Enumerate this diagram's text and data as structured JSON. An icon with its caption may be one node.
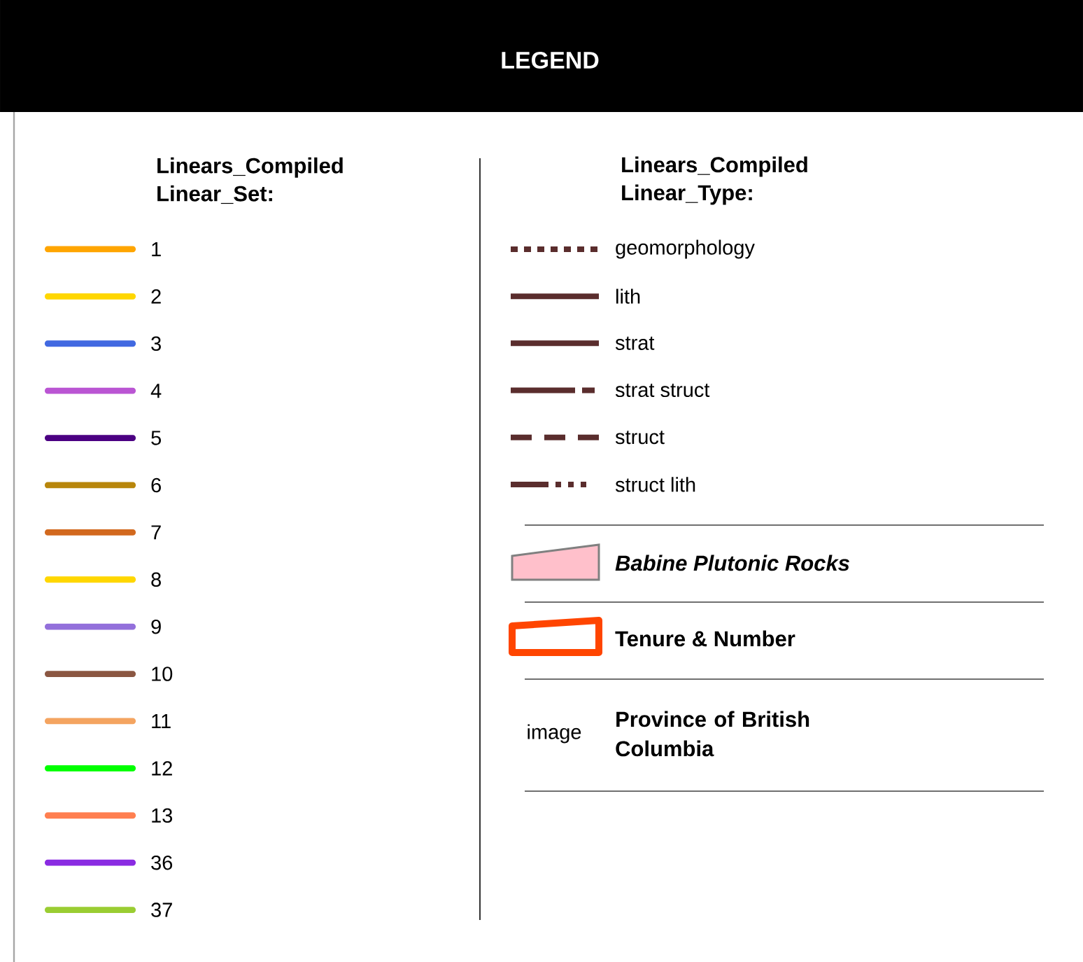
{
  "diagram": {
    "title": "LEGEND",
    "labels": [
      "Linears_Compiled Linear_Set:",
      "Linears_Compiled Linear_Type:",
      "image"
    ],
    "legend": [
      {
        "text": "1",
        "color": "#ffa500"
      },
      {
        "text": "2",
        "color": "#ffd700"
      },
      {
        "text": "3",
        "color": "#4169e1"
      },
      {
        "text": "4",
        "color": "#ba55d3"
      },
      {
        "text": "5",
        "color": "#4b0082"
      },
      {
        "text": "6",
        "color": "#b8860b"
      },
      {
        "text": "7",
        "color": "#d2691e"
      },
      {
        "text": "8",
        "color": "#ffd700"
      },
      {
        "text": "9",
        "color": "#9370db"
      },
      {
        "text": "10",
        "color": "#8b5742"
      },
      {
        "text": "11",
        "color": "#f4a460"
      },
      {
        "text": "12",
        "color": "#00ff00"
      },
      {
        "text": "13",
        "color": "#ff7f50"
      },
      {
        "text": "36",
        "color": "#8a2be2"
      },
      {
        "text": "37",
        "color": "#9acd32"
      },
      {
        "text": "geomorphology"
      },
      {
        "text": "lith"
      },
      {
        "text": "strat"
      },
      {
        "text": "strat struct"
      },
      {
        "text": "struct"
      },
      {
        "text": "struct lith"
      },
      {
        "text": "Babine Plutonic Rocks",
        "color": "#ffc0cb"
      },
      {
        "text": "Tenure & Number"
      },
      {
        "text": "Province of British Columbia"
      }
    ]
  }
}
